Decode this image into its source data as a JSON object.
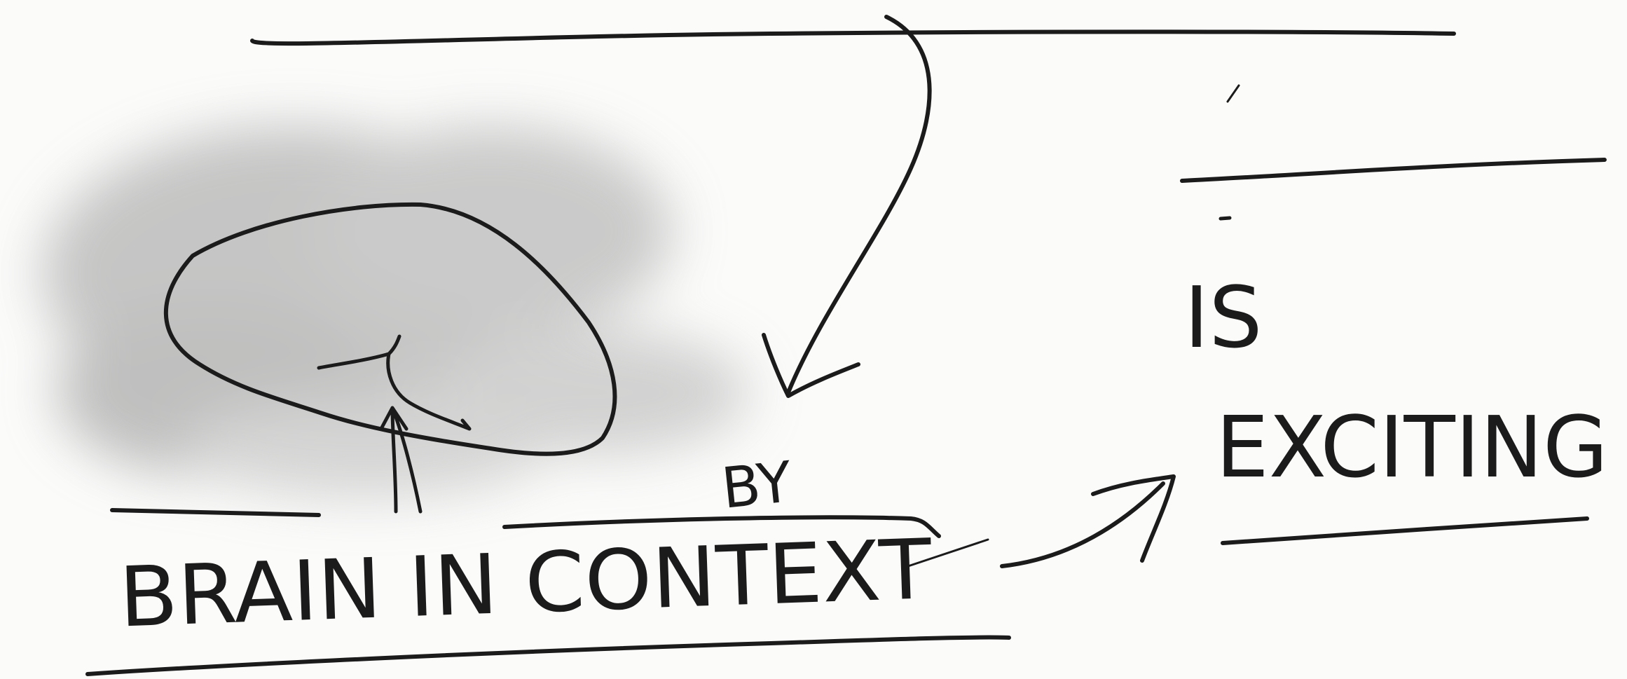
{
  "labels": {
    "brain_in_context": "BRAIN IN CONTEXT",
    "by": "BY",
    "is": "IS",
    "exciting": "EXCITING"
  },
  "colors": {
    "ink": "#1b1b1b",
    "paper": "#fbfbfa",
    "shading": "#9a9a9a"
  }
}
